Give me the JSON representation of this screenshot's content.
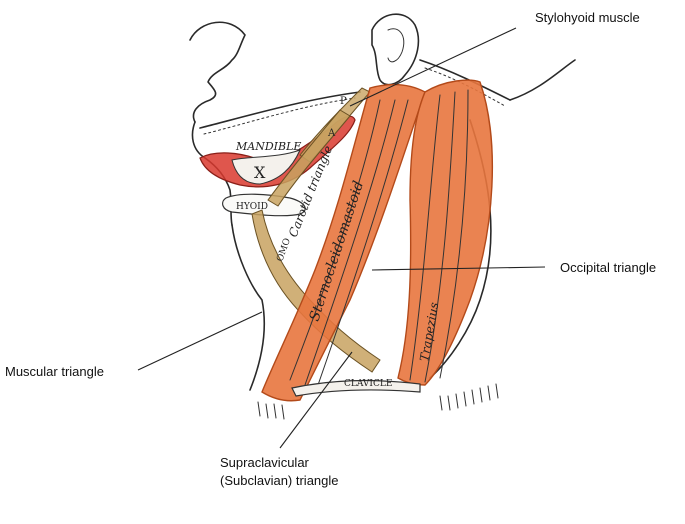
{
  "callouts": {
    "stylohyoid": "Stylohyoid muscle",
    "occipital": "Occipital triangle",
    "muscular": "Muscular triangle",
    "supraclavicular_line1": "Supraclavicular",
    "supraclavicular_line2": "(Subclavian) triangle"
  },
  "sketch_labels": {
    "mandible": "MANDIBLE",
    "x_mark": "X",
    "hyoid": "HYOID",
    "omo": "OMO",
    "carotid": "Carotid triangle",
    "scm": "Sternocleidomastoid",
    "trapezius": "Trapezius",
    "clavicle": "CLAVICLE",
    "a_mark": "A",
    "p_mark": "P"
  },
  "colors": {
    "muscle_orange": "#e8763e",
    "muscle_stroke": "#b34a1a",
    "digastric_red": "#d9382e",
    "omohyoid_tan": "#c8a260",
    "ink": "#2a2a2a"
  }
}
